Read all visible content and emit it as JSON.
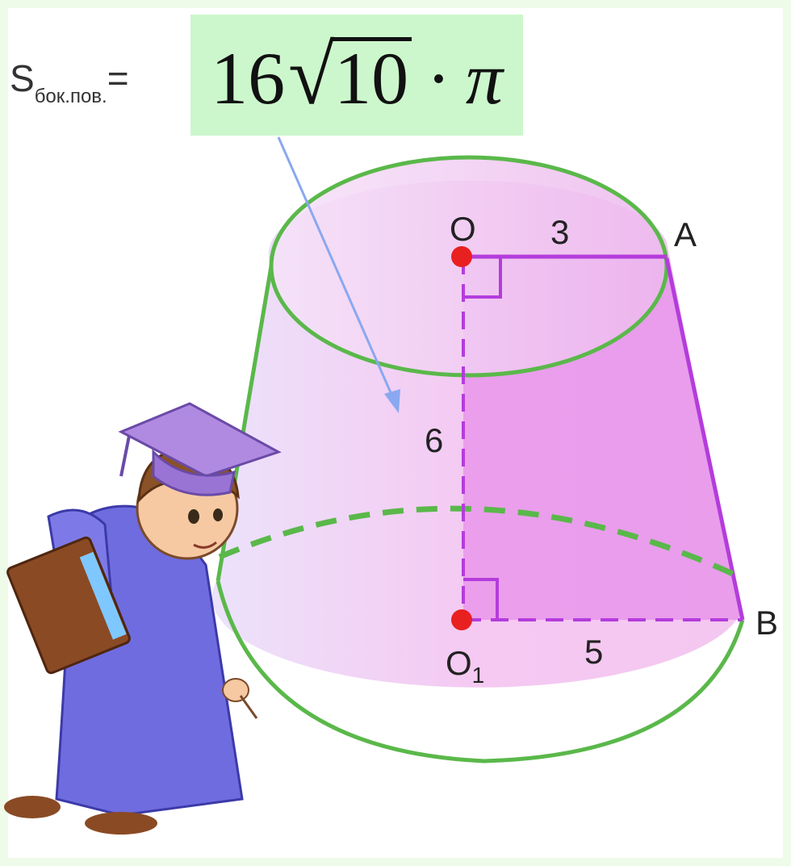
{
  "formula": {
    "lhs_symbol": "S",
    "lhs_subscript": "бок.пов.",
    "equals": "=",
    "coefficient": "16",
    "radical_sign": "√",
    "radicand": "10",
    "dot": "·",
    "pi": "π"
  },
  "labels": {
    "point_o": "O",
    "point_a": "A",
    "point_b": "B",
    "point_o1_base": "O",
    "point_o1_sub": "1",
    "top_radius": "3",
    "height": "6",
    "bottom_radius": "5"
  },
  "colors": {
    "frame": "#eefbe8",
    "formula_box": "#ccf7cc",
    "outline": "#5ab84a",
    "trapezoid": "#e07ae8",
    "section_edge": "#b43cdc",
    "center_point": "#e82020",
    "arrow": "#8aa8f0"
  }
}
